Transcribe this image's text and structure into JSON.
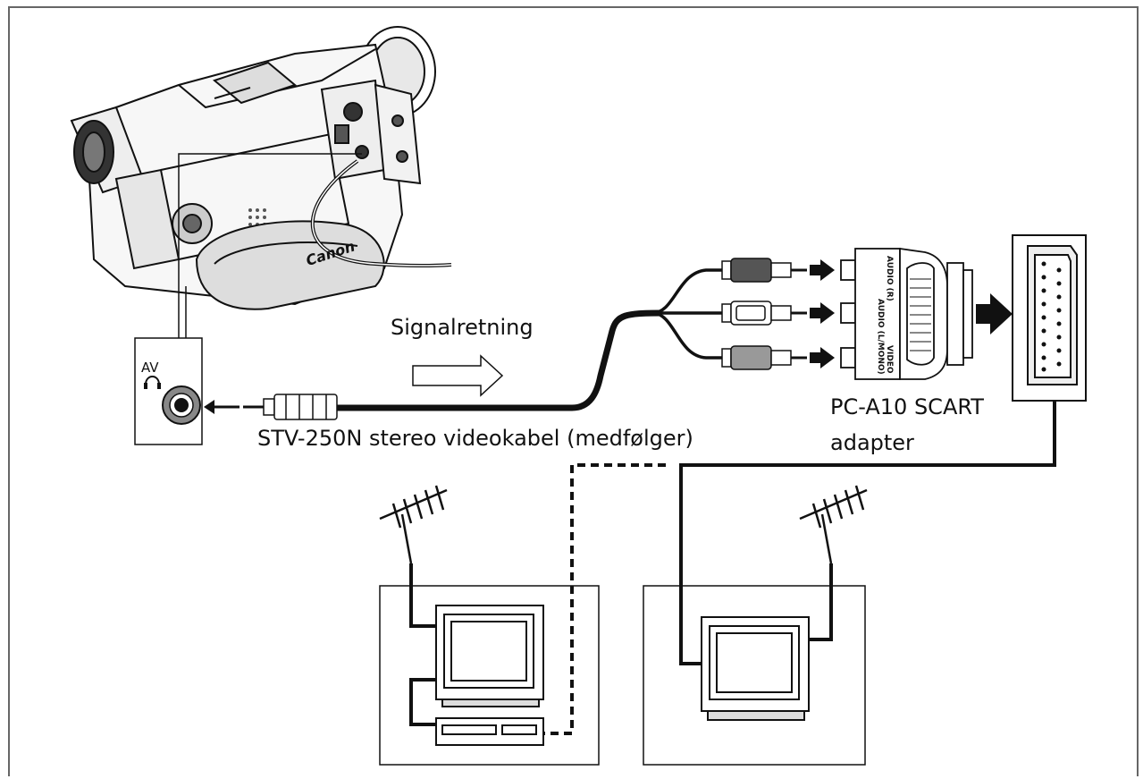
{
  "labels": {
    "signal_direction": "Signalretning",
    "cable": "STV-250N stereo videokabel (medfølger)",
    "adapter_line1": "PC-A10 SCART",
    "adapter_line2": "adapter",
    "av_jack": "AV",
    "camera_brand": "Canon"
  },
  "adapter_ports": [
    {
      "line1": "AUDIO",
      "line2": "(R)"
    },
    {
      "line1": "AUDIO",
      "line2": "(L/MONO)"
    },
    {
      "line1": "VIDEO",
      "line2": ""
    }
  ],
  "icons": [
    "camcorder-icon",
    "headphone-icon",
    "antenna-icon",
    "tv-icon",
    "vcr-icon",
    "scart-socket-icon",
    "arrow-icon"
  ]
}
